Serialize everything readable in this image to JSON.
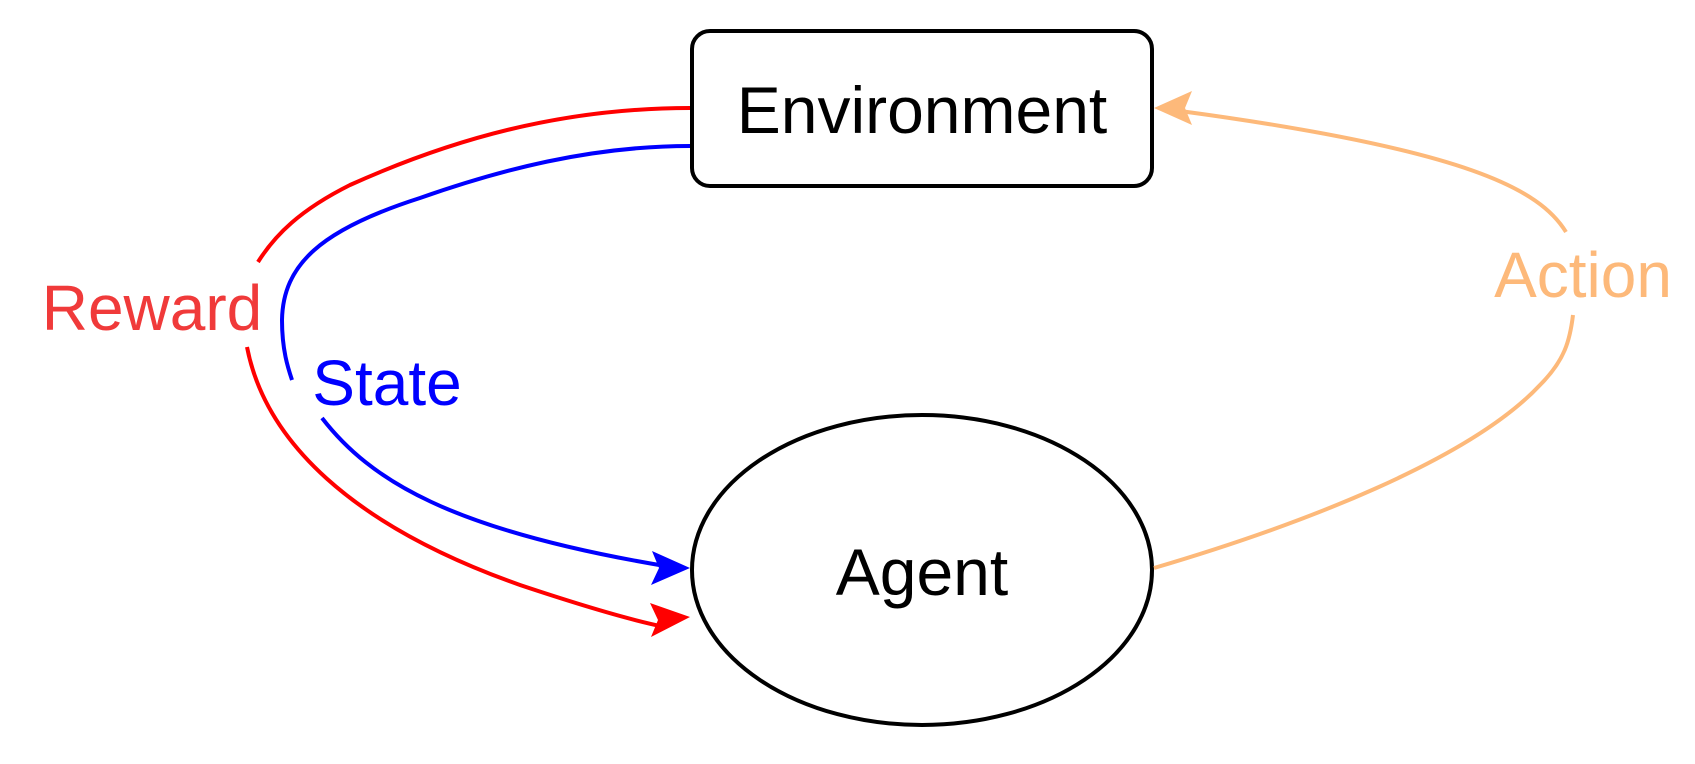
{
  "nodes": {
    "environment": {
      "label": "Environment",
      "shape": "rounded-rectangle"
    },
    "agent": {
      "label": "Agent",
      "shape": "ellipse"
    }
  },
  "edges": {
    "reward": {
      "label": "Reward",
      "from": "Environment",
      "to": "Agent",
      "color": "#ff0000",
      "label_color": "#f03a3a"
    },
    "state": {
      "label": "State",
      "from": "Environment",
      "to": "Agent",
      "color": "#0000ff",
      "label_color": "#0000ff"
    },
    "action": {
      "label": "Action",
      "from": "Agent",
      "to": "Environment",
      "color": "#fdb97a",
      "label_color": "#fdb97a"
    }
  },
  "colors": {
    "node_stroke": "#000000",
    "background": "#ffffff"
  }
}
